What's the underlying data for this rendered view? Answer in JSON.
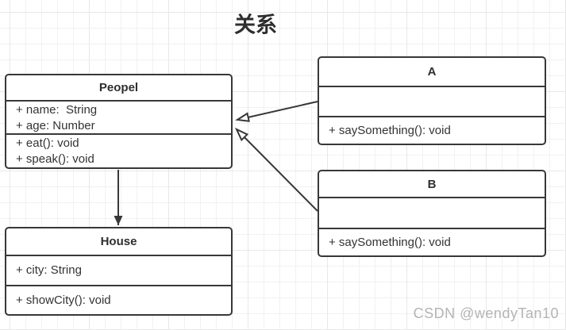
{
  "title": "关系",
  "watermark": "CSDN @wendyTan10",
  "classes": {
    "peopel": {
      "name": "Peopel",
      "attributes": [
        "+ name:  String",
        "+ age: Number"
      ],
      "methods": [
        "+ eat(): void",
        "+ speak(): void"
      ]
    },
    "a": {
      "name": "A",
      "attributes": [],
      "methods": [
        "+ saySomething(): void"
      ]
    },
    "b": {
      "name": "B",
      "attributes": [],
      "methods": [
        "+ saySomething(): void"
      ]
    },
    "house": {
      "name": "House",
      "attributes": [
        "+ city: String"
      ],
      "methods": [
        "+ showCity(): void"
      ]
    }
  },
  "relationships": [
    {
      "from": "A",
      "to": "Peopel",
      "type": "generalization",
      "arrowhead": "hollow-triangle"
    },
    {
      "from": "B",
      "to": "Peopel",
      "type": "generalization",
      "arrowhead": "hollow-triangle"
    },
    {
      "from": "Peopel",
      "to": "House",
      "type": "directed-association",
      "arrowhead": "solid-triangle"
    }
  ],
  "colors": {
    "stroke": "#383838",
    "text": "#333333",
    "background": "#ffffff",
    "grid_minor": "#f1f1f1",
    "grid_major": "#e8e8e8",
    "watermark_text": "#b4b4b4"
  }
}
